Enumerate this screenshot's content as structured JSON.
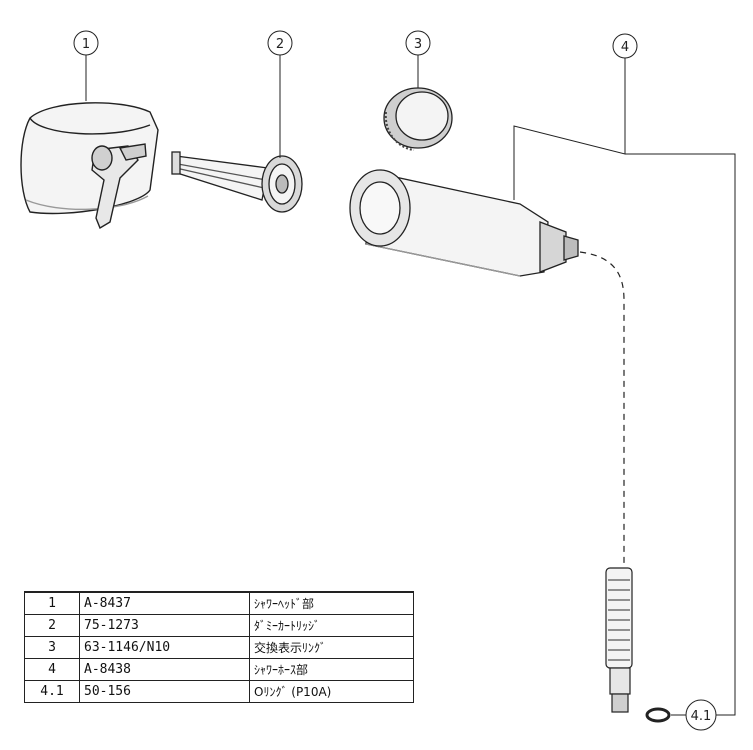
{
  "callouts": [
    "1",
    "2",
    "3",
    "4",
    "4.1"
  ],
  "parts": [
    {
      "no": "1",
      "code": "A-8437",
      "name": "ｼｬﾜｰﾍｯﾄﾞ部"
    },
    {
      "no": "2",
      "code": "75-1273",
      "name": "ﾀﾞﾐｰｶｰﾄﾘｯｼﾞ"
    },
    {
      "no": "3",
      "code": "63-1146/N10",
      "name": "交換表示ﾘﾝｸﾞ"
    },
    {
      "no": "4",
      "code": "A-8438",
      "name": "ｼｬﾜｰﾎｰｽ部"
    },
    {
      "no": "4.1",
      "code": "50-156",
      "name": "Oﾘﾝｸﾞ (P10A)"
    }
  ],
  "colors": {
    "line": "#222222",
    "part_fill": "#f2f2f2",
    "part_shade": "#c8c8c8"
  }
}
